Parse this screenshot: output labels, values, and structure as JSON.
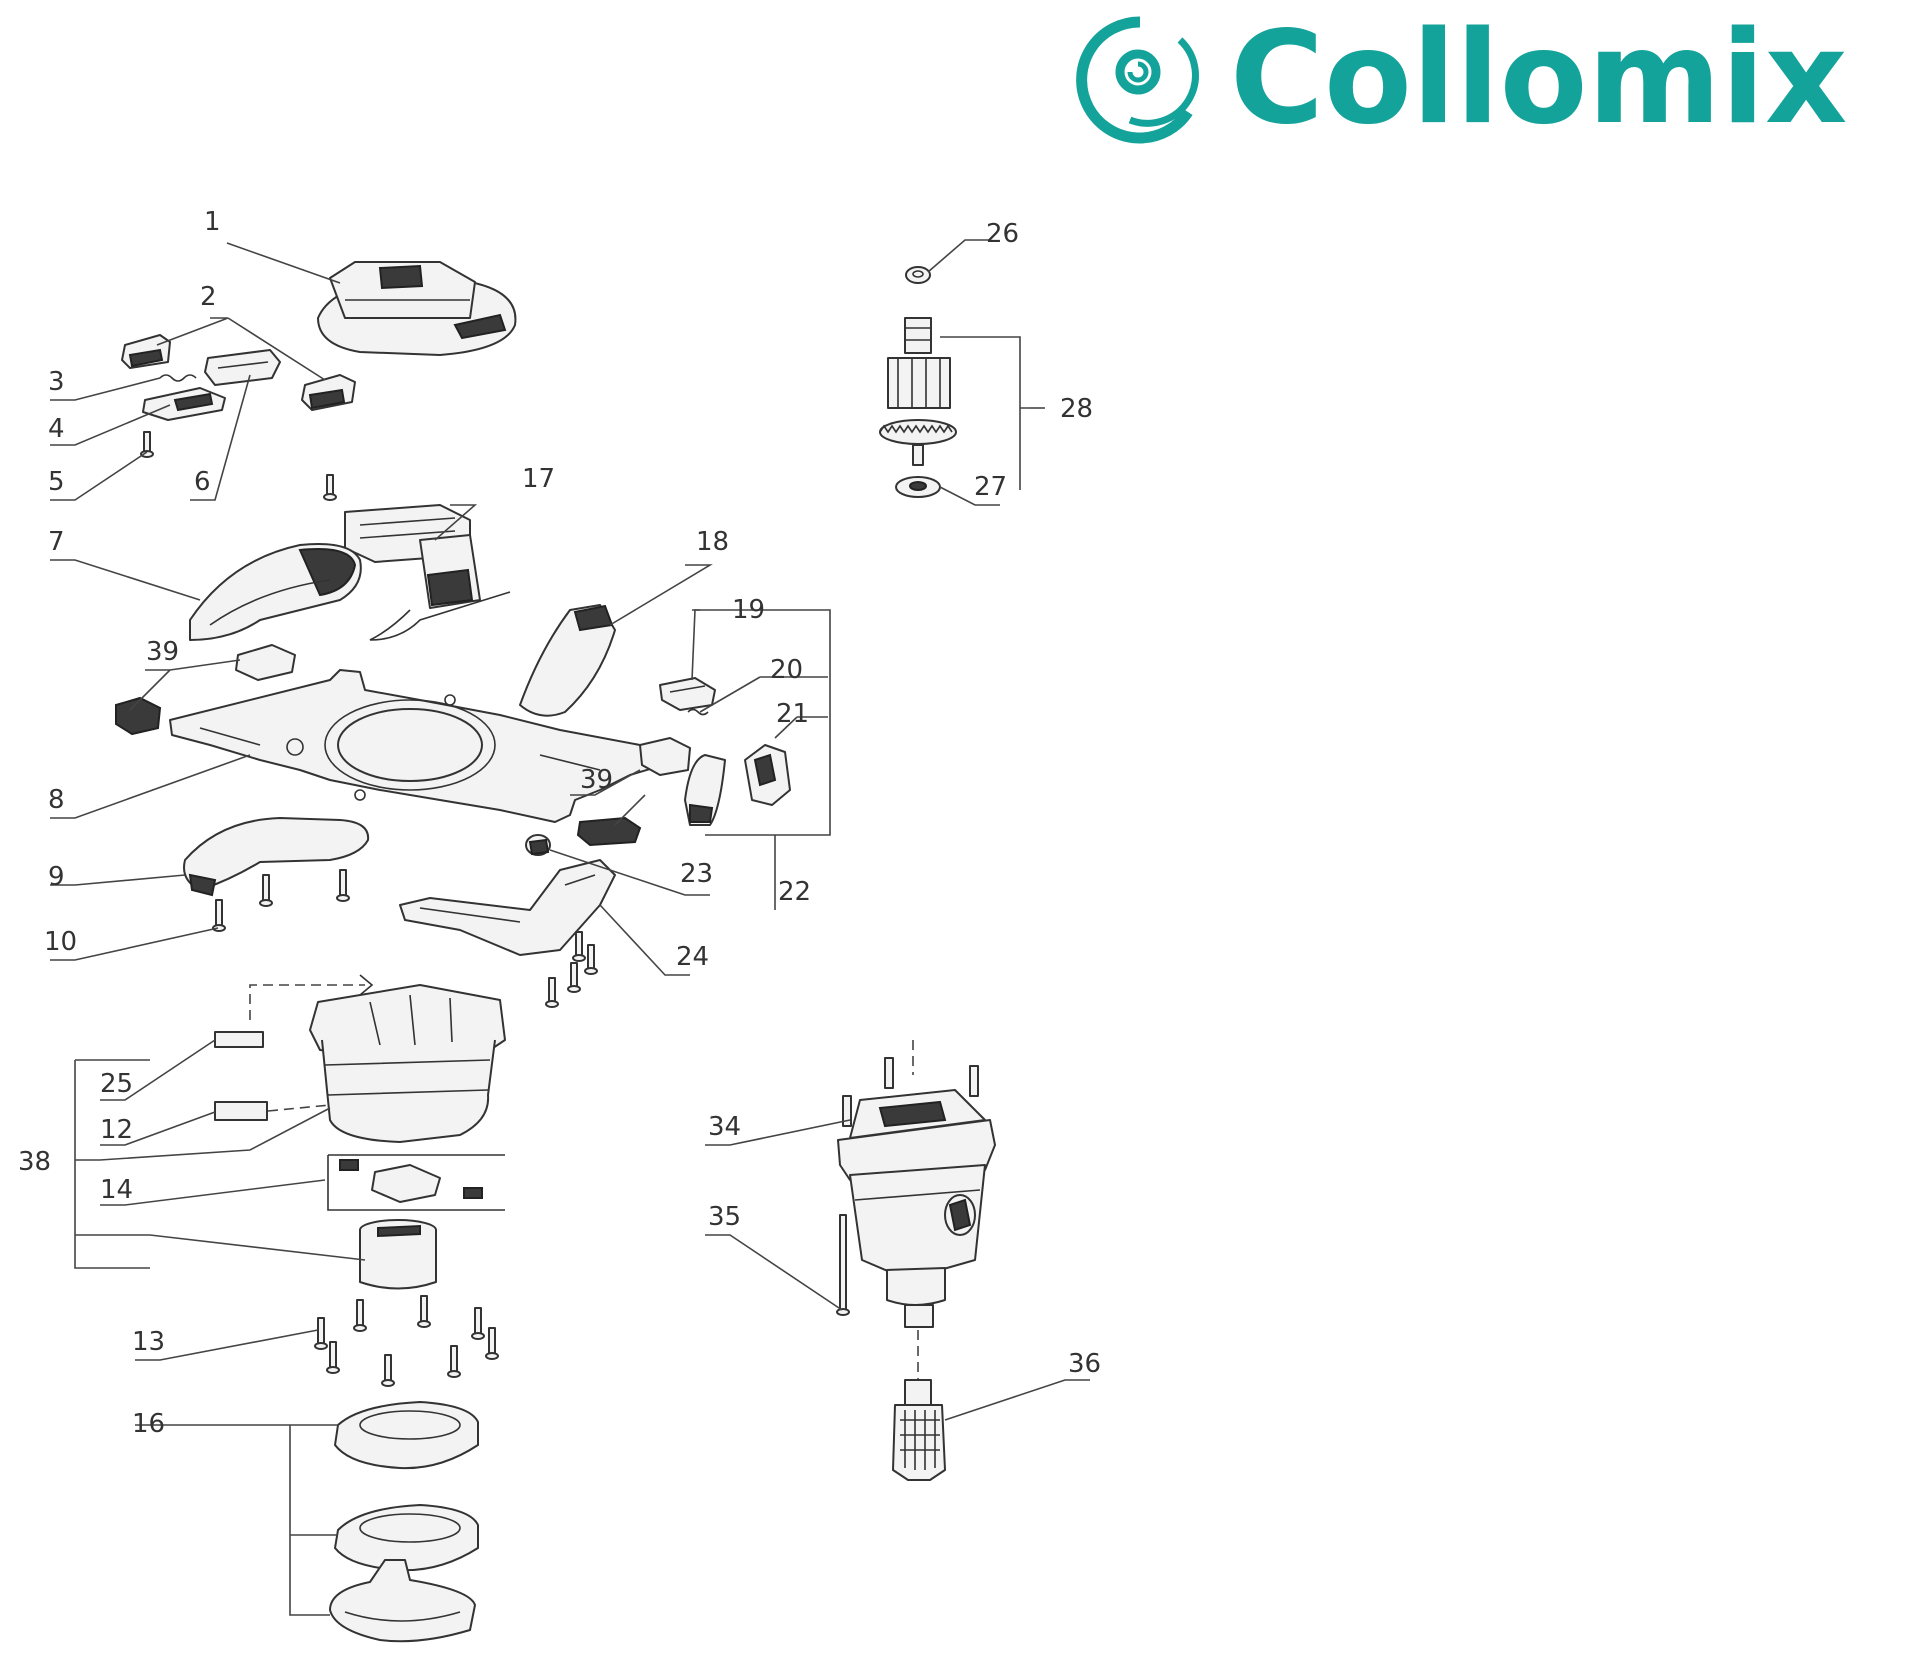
{
  "brand": {
    "name": "Collomix",
    "color": "#14a39a",
    "icon": "swirl-logo-icon"
  },
  "labels": {
    "l1": "1",
    "l2": "2",
    "l3": "3",
    "l4": "4",
    "l5": "5",
    "l6": "6",
    "l7": "7",
    "l8": "8",
    "l9": "9",
    "l10": "10",
    "l12": "12",
    "l13": "13",
    "l14": "14",
    "l16": "16",
    "l17": "17",
    "l18": "18",
    "l19": "19",
    "l20": "20",
    "l21": "21",
    "l22": "22",
    "l23": "23",
    "l24": "24",
    "l25": "25",
    "l26": "26",
    "l27": "27",
    "l28": "28",
    "l34": "34",
    "l35": "35",
    "l36": "36",
    "l38": "38",
    "l39a": "39",
    "l39b": "39"
  }
}
